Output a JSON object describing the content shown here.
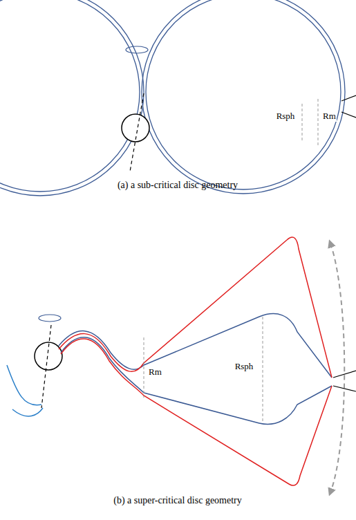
{
  "diagram": {
    "labels": [
      "Rsph",
      "Rm",
      "(a) a sub-critical disc geometry",
      "Rm",
      "Rsph",
      "(b) a super-critical disc geometry"
    ]
  }
}
